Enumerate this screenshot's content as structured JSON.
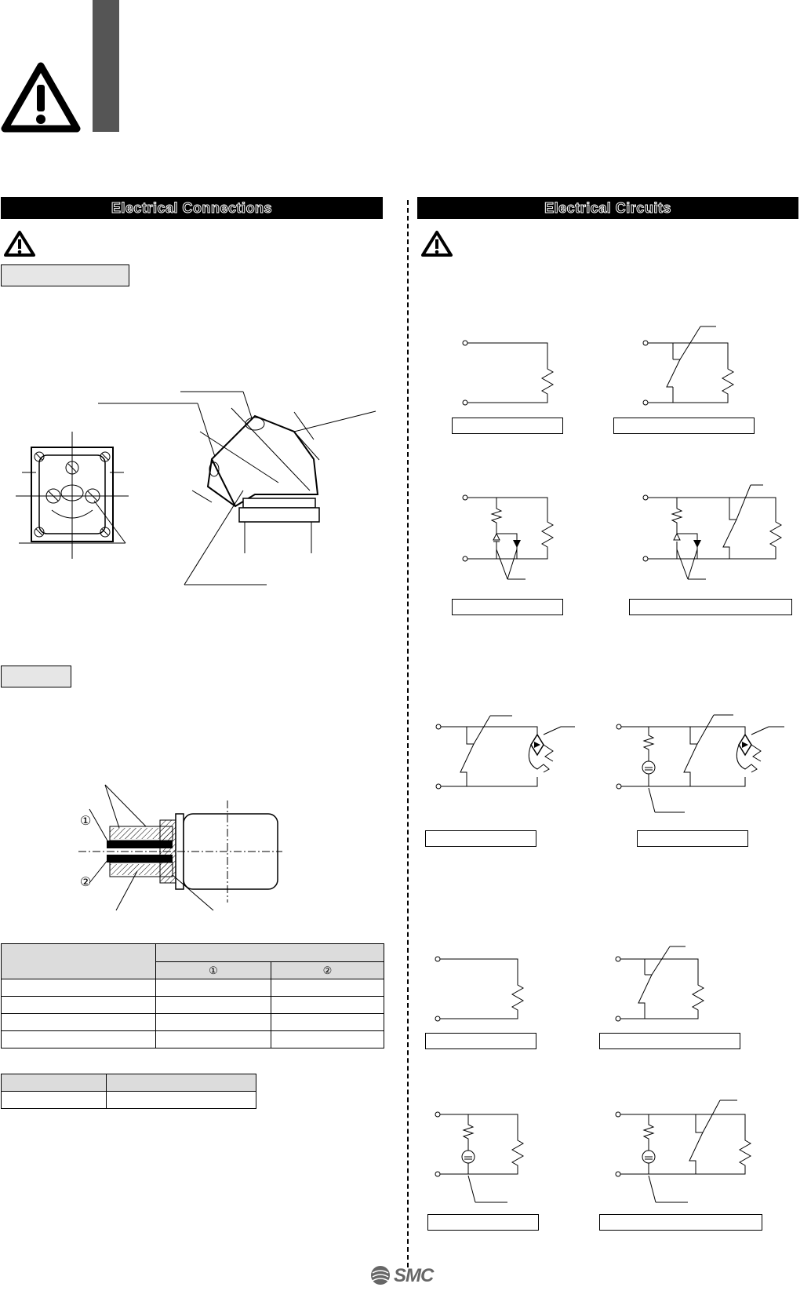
{
  "header": {
    "warning_icon": "warning-triangle-icon",
    "sidebar_color": "#555555"
  },
  "left_section": {
    "title_parts": [
      "E",
      "lect",
      "r",
      "i",
      "ca",
      "l",
      " C",
      "onnect",
      "i",
      "ons"
    ],
    "warning_icon": "warning-triangle-small-icon"
  },
  "right_section": {
    "title_parts": [
      "E",
      "lect",
      "r",
      "i",
      "ca",
      "l",
      " C",
      "irc",
      "u",
      "i",
      "ts"
    ],
    "warning_icon": "warning-triangle-small-icon"
  },
  "wire_table": {
    "numbers": [
      "①",
      "②"
    ],
    "num_markers": [
      "①",
      "②"
    ]
  },
  "logo": {
    "text": "SMC",
    "icon": "smc-logo-icon"
  }
}
